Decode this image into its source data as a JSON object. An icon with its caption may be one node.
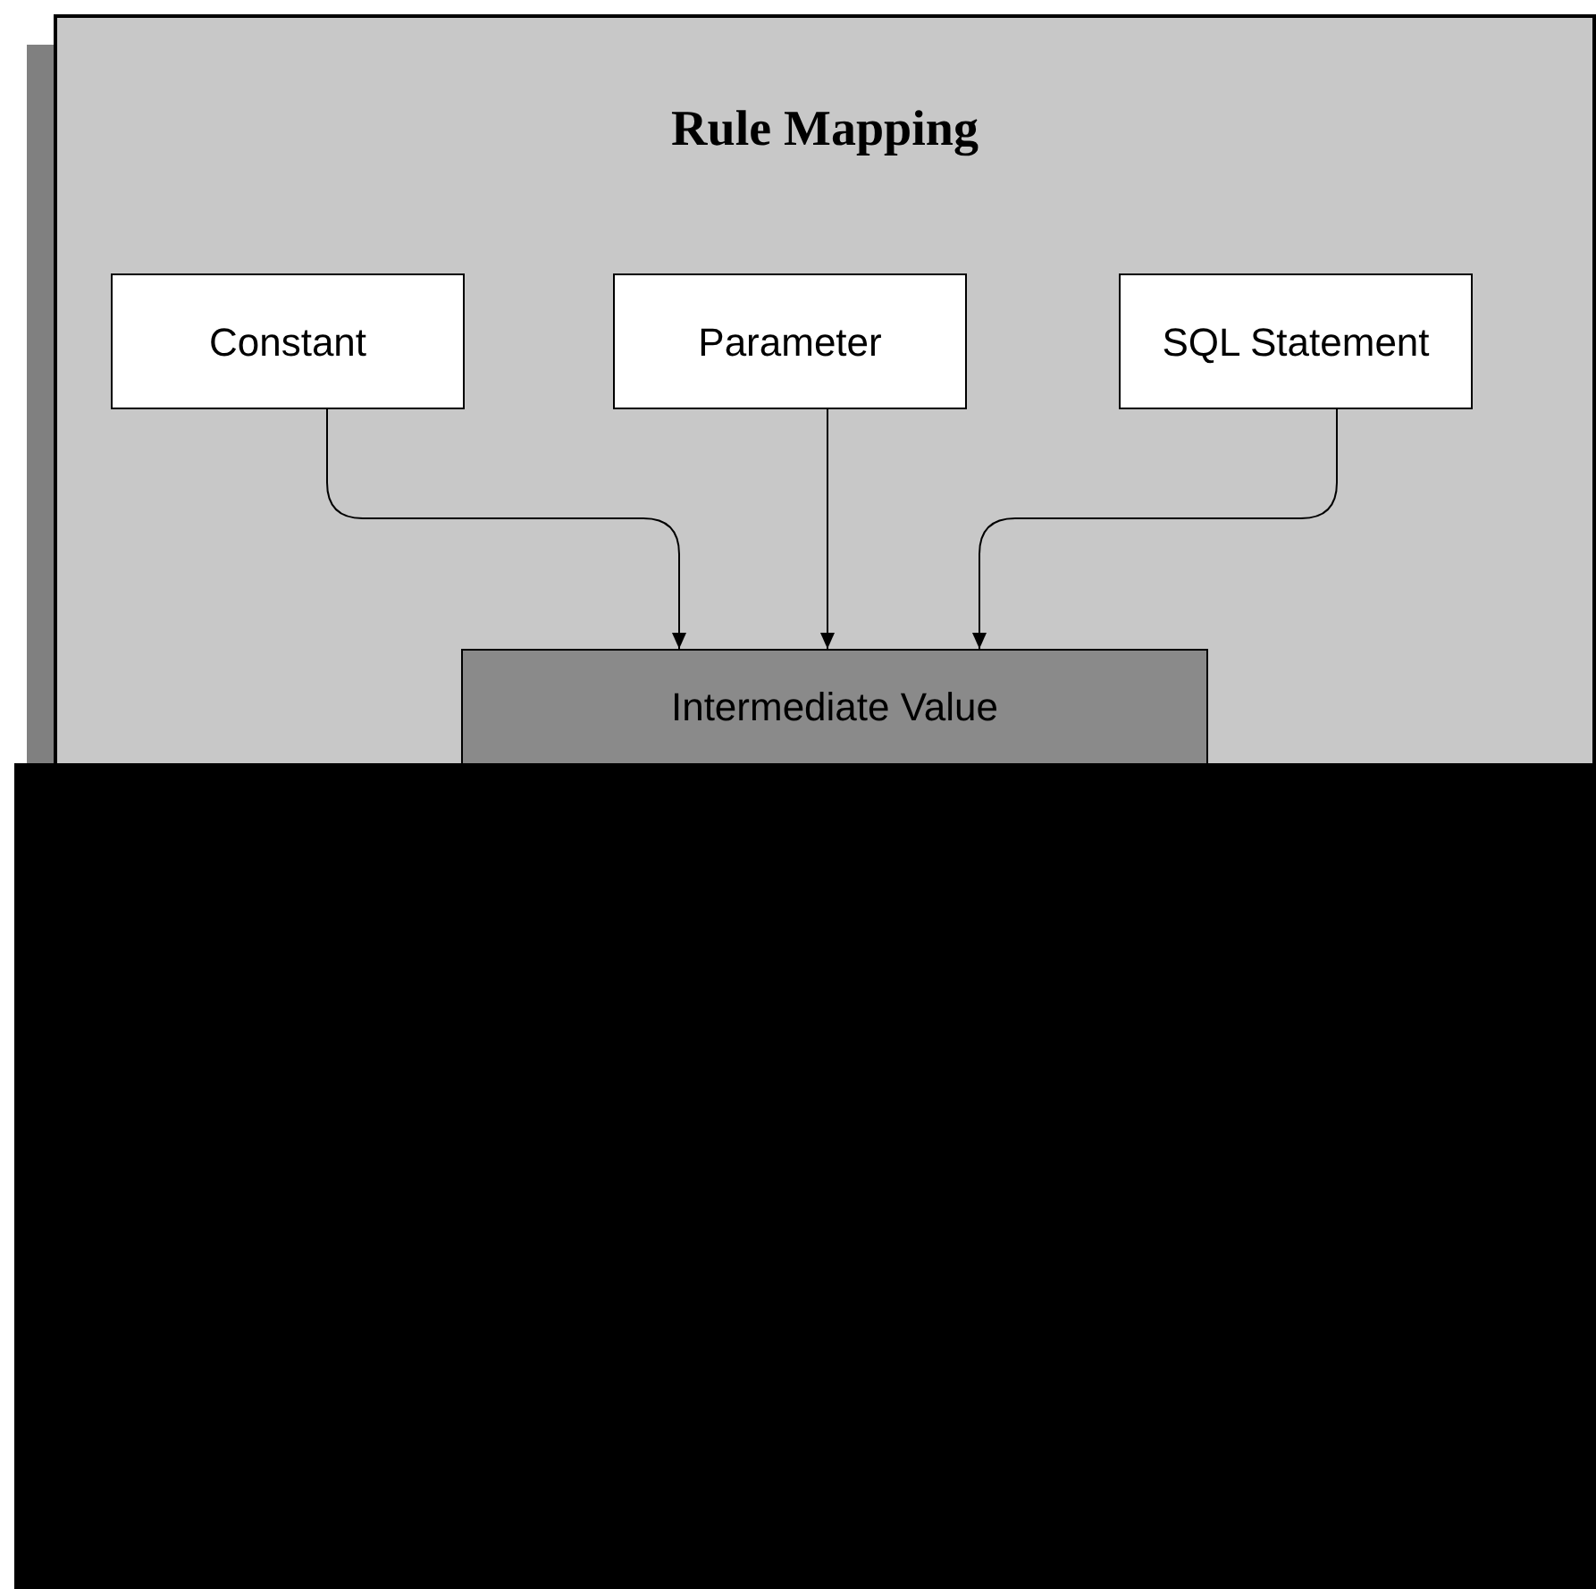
{
  "diagram": {
    "title": "Rule Mapping",
    "nodes": [
      {
        "text": [],
        "shape": "box"
      },
      {
        "text": [
          "Constant"
        ],
        "in": 0
      },
      {
        "text": [
          "Parameter"
        ],
        "in": 0
      },
      {
        "text": [
          "SQL Statement"
        ],
        "in": 0
      },
      {
        "text": [
          "Intermediate Value"
        ],
        "in": 0
      }
    ],
    "edges": [
      {
        "from": 1,
        "to": 4,
        "arrow": "to"
      },
      {
        "from": 2,
        "to": 4,
        "arrow": "to"
      },
      {
        "from": 3,
        "to": 4,
        "arrow": "to"
      }
    ]
  }
}
